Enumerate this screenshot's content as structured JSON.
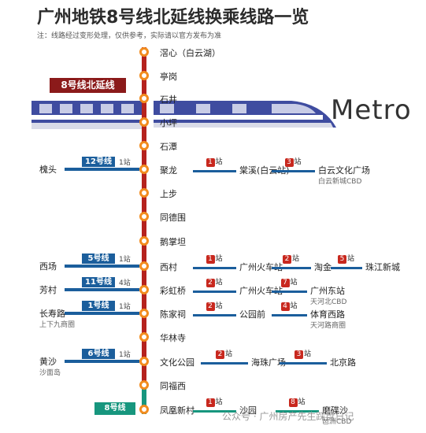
{
  "title": "广州地铁8号线北延线换乘线路一览",
  "note": "注：线路经过变形处理，仅供参考，实际请以官方发布为准",
  "line_badge": "8号线北延线",
  "line_badge_bottom": "8号线",
  "metro_text": "Metro",
  "watermark": "公众号 · 广州房产先生踩盘日记",
  "stations": [
    "滘心（白云湖）",
    "亭岗",
    "石井",
    "小坪",
    "石潭",
    "聚龙",
    "上步",
    "同德围",
    "鹅掌坦",
    "西村",
    "彩虹桥",
    "陈家祠",
    "华林寺",
    "文化公园",
    "同福西",
    "凤凰新村"
  ],
  "colors": {
    "line8_north": "#b5221e",
    "line8": "#17967e",
    "station_ring": "#f28c1e",
    "segment": "#1b5e9c",
    "badge_red": "#c8281e",
    "badge_accent": "#8b1a1a"
  },
  "transfers": [
    {
      "line": "12号线",
      "stops": "1站",
      "dest": "槐头",
      "dest_sub": "",
      "color": "#1b5e9c",
      "segments": [
        {
          "badge": "1",
          "unit": "站",
          "to": "棠溪(白云站)",
          "sub": ""
        },
        {
          "badge": "3",
          "unit": "站",
          "to": "白云文化广场",
          "sub": "白云新城CBD"
        }
      ]
    },
    {
      "line": "5号线",
      "stops": "1站",
      "dest": "西场",
      "dest_sub": "",
      "color": "#1b5e9c",
      "segments": [
        {
          "badge": "1",
          "unit": "站",
          "to": "广州火车站",
          "sub": ""
        },
        {
          "badge": "2",
          "unit": "站",
          "to": "淘金",
          "sub": ""
        },
        {
          "badge": "5",
          "unit": "站",
          "to": "珠江新城",
          "sub": ""
        }
      ]
    },
    {
      "line": "11号线",
      "stops": "4站",
      "dest": "芳村",
      "dest_sub": "",
      "color": "#1b5e9c",
      "segments": [
        {
          "badge": "2",
          "unit": "站",
          "to": "广州火车站",
          "sub": ""
        },
        {
          "badge": "7",
          "unit": "站",
          "to": "广州东站",
          "sub": "天河北CBD"
        }
      ]
    },
    {
      "line": "1号线",
      "stops": "1站",
      "dest": "长寿路",
      "dest_sub": "上下九商圈",
      "color": "#1b5e9c",
      "segments": [
        {
          "badge": "2",
          "unit": "站",
          "to": "公园前",
          "sub": ""
        },
        {
          "badge": "4",
          "unit": "站",
          "to": "体育西路",
          "sub": "天河路商圈"
        }
      ]
    },
    {
      "line": "6号线",
      "stops": "1站",
      "dest": "黄沙",
      "dest_sub": "沙面岛",
      "color": "#1b5e9c",
      "segments": [
        {
          "badge": "2",
          "unit": "站",
          "to": "海珠广场",
          "sub": ""
        },
        {
          "badge": "3",
          "unit": "站",
          "to": "北京路",
          "sub": ""
        }
      ]
    },
    {
      "line": "",
      "stops": "",
      "dest": "",
      "dest_sub": "",
      "color": "#17967e",
      "segments": [
        {
          "badge": "1",
          "unit": "站",
          "to": "沙园",
          "sub": ""
        },
        {
          "badge": "8",
          "unit": "站",
          "to": "磨碟沙",
          "sub": "琶洲CBD"
        }
      ]
    }
  ]
}
